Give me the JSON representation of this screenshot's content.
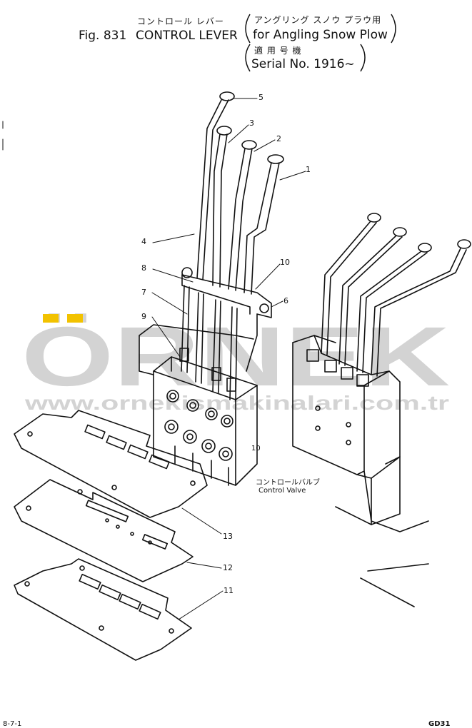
{
  "header": {
    "jp_title": "コントロール レバー",
    "fig_label": "Fig. 831",
    "en_title": "CONTROL LEVER",
    "jp_sub": "アングリング スノウ プラウ用",
    "en_sub": "for Angling Snow Plow",
    "jp_serial": "適 用 号 機",
    "serial": "Serial No. 1916~"
  },
  "callouts": [
    "1",
    "2",
    "3",
    "4",
    "5",
    "6",
    "7",
    "8",
    "9",
    "10",
    "11",
    "12",
    "13"
  ],
  "control_valve": {
    "jp": "コントロールバルブ",
    "en": "Control Valve"
  },
  "valve_mark": "10",
  "footer": {
    "left": "8-7-1",
    "right": "GD31"
  },
  "watermark": {
    "brand": "ÖRNEK",
    "url": "www.ornekismakinalari.com.tr",
    "color": "#d3d3d3",
    "accent": "#f2c200"
  }
}
